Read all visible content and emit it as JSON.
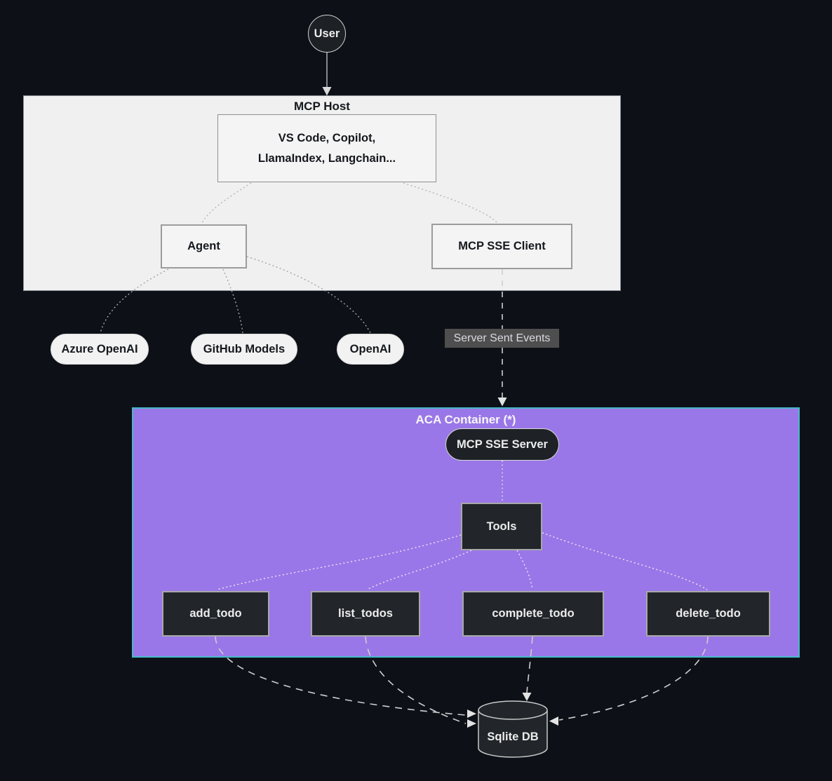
{
  "diagram": {
    "user": {
      "label": "User"
    },
    "mcp_host": {
      "title": "MCP Host",
      "clients_box": {
        "line1": "VS Code, Copilot,",
        "line2": "LlamaIndex, Langchain..."
      },
      "agent": {
        "label": "Agent"
      },
      "sse_client": {
        "label": "MCP SSE Client"
      }
    },
    "llm_providers": [
      {
        "label": "Azure OpenAI"
      },
      {
        "label": "GitHub Models"
      },
      {
        "label": "OpenAI"
      }
    ],
    "edge_labels": {
      "sse": "Server Sent Events"
    },
    "aca_container": {
      "title": "ACA Container (*)",
      "sse_server": {
        "label": "MCP SSE Server"
      },
      "tools": {
        "label": "Tools"
      },
      "tool_nodes": [
        {
          "label": "add_todo"
        },
        {
          "label": "list_todos"
        },
        {
          "label": "complete_todo"
        },
        {
          "label": "delete_todo"
        }
      ]
    },
    "database": {
      "label": "Sqlite DB"
    },
    "colors": {
      "background": "#0d1117",
      "host_fill": "#f0f0f0",
      "host_border": "#8a8f98",
      "aca_fill": "#9a77e8",
      "aca_border": "#45b7c8",
      "light_node_fill": "#f4f4f4",
      "dark_node_fill": "#22262a",
      "edge_label_bg": "#4e4e4e",
      "edge_color": "#cfcfcf"
    }
  }
}
